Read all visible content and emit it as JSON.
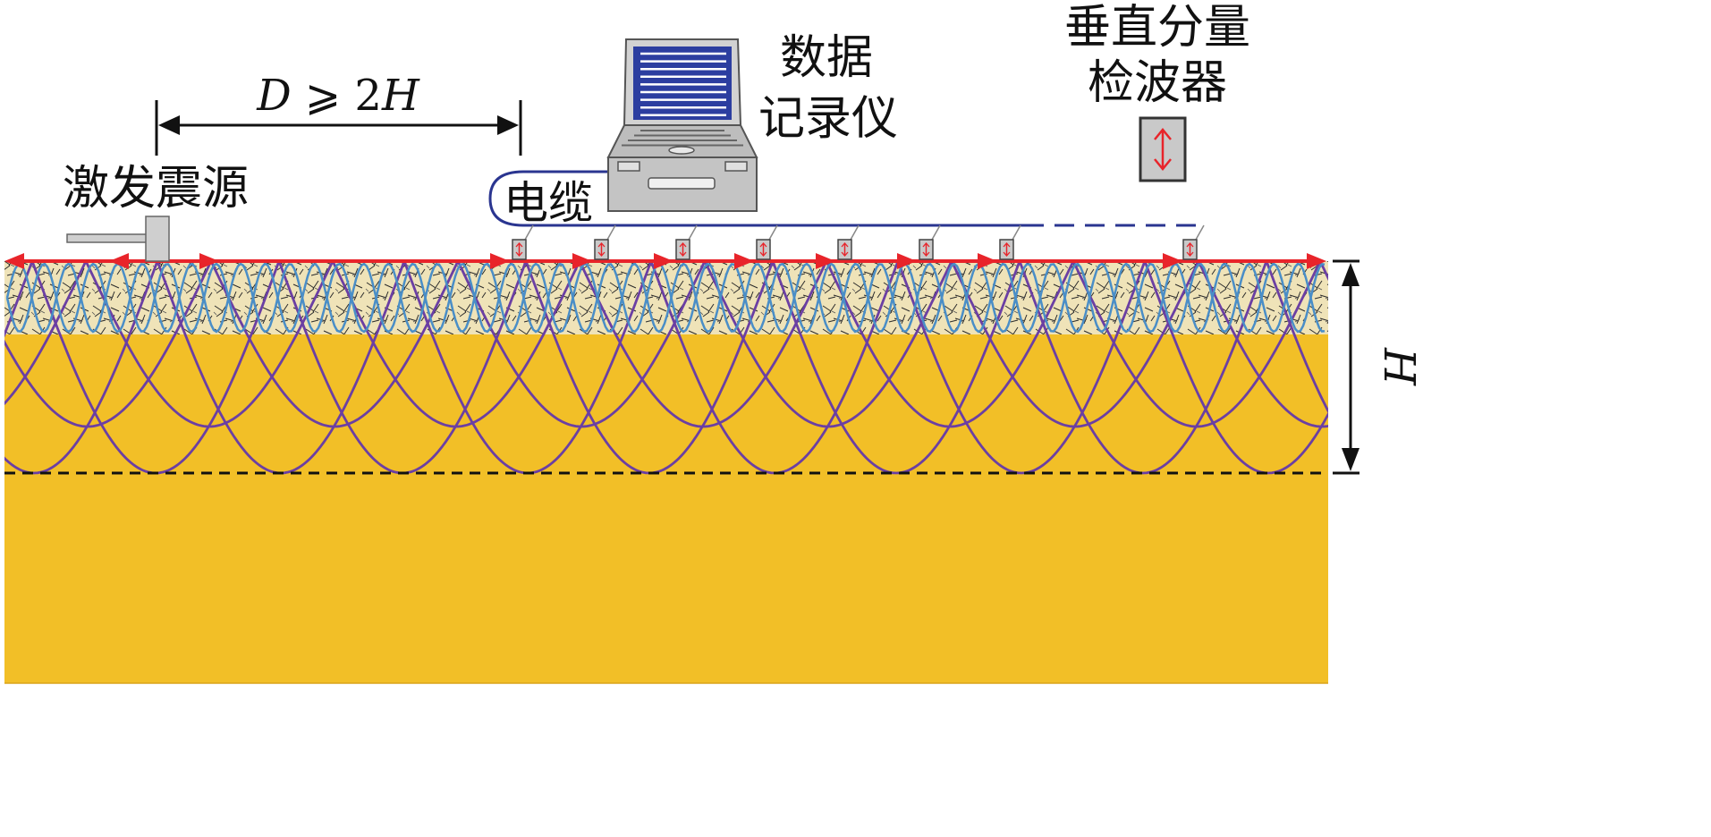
{
  "labels": {
    "source": "激发震源",
    "recorder_line1": "数据",
    "recorder_line2": "记录仪",
    "cable": "电缆",
    "geophone_line1": "垂直分量",
    "geophone_line2": "检波器",
    "distance_D": "D",
    "distance_op": " ⩾ 2",
    "distance_H": "H",
    "depth": "H"
  },
  "sensors": {
    "count": 9
  },
  "colors": {
    "soil_deep": "#f2bf27",
    "soil_top": "#efe3b8",
    "wave_love": "#4a8ec7",
    "wave_ray": "#6b3fa3",
    "arrow_red": "#e8242a",
    "cable": "#2a3590",
    "device_gray": "#bdbdbd",
    "screen_blue": "#2c3ea0"
  }
}
